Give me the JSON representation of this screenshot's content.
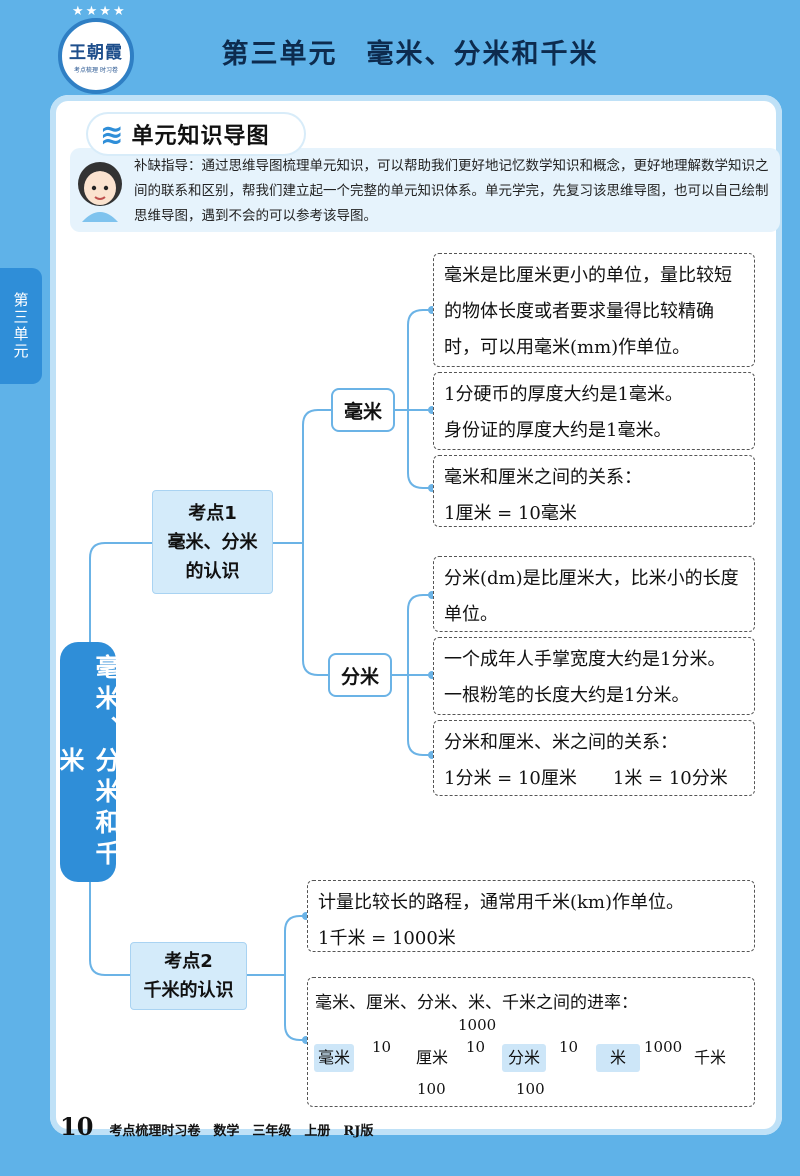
{
  "header": {
    "logo_text": "王朝霞",
    "logo_subtext": "考点梳理 时习卷",
    "unit_title": "第三单元　毫米、分米和千米"
  },
  "side_tab": "第三单元",
  "section": {
    "title": "单元知识导图",
    "tip": "补缺指导：通过思维导图梳理单元知识，可以帮助我们更好地记忆数学知识和概念，更好地理解数学知识之间的联系和区别，帮我们建立起一个完整的单元知识体系。单元学完，先复习该思维导图，也可以自己绘制思维导图，遇到不会的可以参考该导图。"
  },
  "mindmap": {
    "root": "毫米、分米和千米",
    "kp1": {
      "line1": "考点1",
      "line2": "毫米、分米",
      "line3": "的认识"
    },
    "mm": {
      "label": "毫米",
      "leaf1": "毫米是比厘米更小的单位，量比较短的物体长度或者要求量得比较精确时，可以用毫米(mm)作单位。",
      "leaf2_a": "1分硬币的厚度大约是1毫米。",
      "leaf2_b": "身份证的厚度大约是1毫米。",
      "leaf3_a": "毫米和厘米之间的关系：",
      "leaf3_b": "1厘米 = 10毫米"
    },
    "dm": {
      "label": "分米",
      "leaf1": "分米(dm)是比厘米大，比米小的长度单位。",
      "leaf2_a": "一个成年人手掌宽度大约是1分米。",
      "leaf2_b": "一根粉笔的长度大约是1分米。",
      "leaf3_a": "分米和厘米、米之间的关系：",
      "leaf3_b": "1分米 = 10厘米　　1米 = 10分米"
    },
    "kp2": {
      "line1": "考点2",
      "line2": "千米的认识",
      "leaf1_a": "计量比较长的路程，通常用千米(km)作单位。",
      "leaf1_b": "1千米 = 1000米",
      "rates_title": "毫米、厘米、分米、米、千米之间的进率：",
      "units": [
        "毫米",
        "厘米",
        "分米",
        "米",
        "千米"
      ],
      "rates": [
        "10",
        "10",
        "10",
        "1000"
      ],
      "rate_top": "1000",
      "rate_bottom_1": "100",
      "rate_bottom_2": "100"
    }
  },
  "footer": {
    "page_number": "10",
    "text": "考点梳理时习卷　数学　三年级　上册　RJ版"
  },
  "colors": {
    "frame": "#5fb2e8",
    "accent": "#2f8ed8",
    "node_fill": "#d4ebfa"
  }
}
